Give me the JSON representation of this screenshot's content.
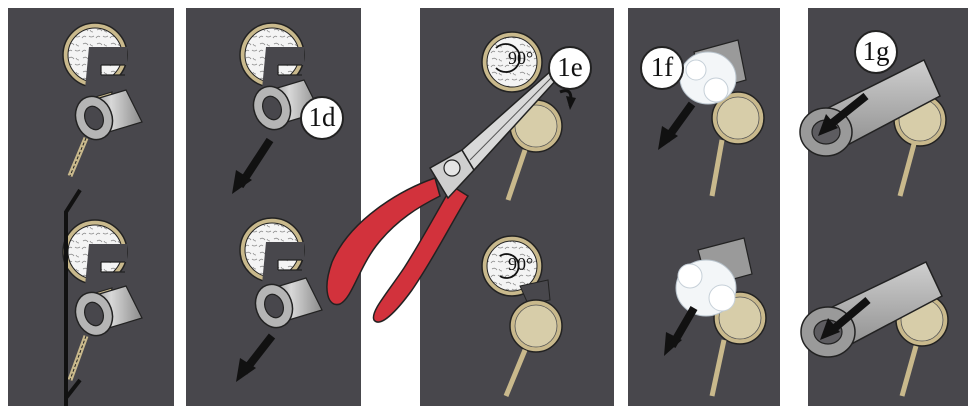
{
  "colors": {
    "background": "#ffffff",
    "panel": "#48474c",
    "insulation": "#f4f4f4",
    "cable_ring": "#c9b98c",
    "tube": "#a8a8a8",
    "tube_outer": "#9a9a9a",
    "arrow": "#1a1a1a",
    "plier_handle": "#d2323c",
    "plier_metal": "#cfcfcf"
  },
  "steps": [
    {
      "label": "1d"
    },
    {
      "label": "1e",
      "angle_top": "90°",
      "angle_bottom": "90°"
    },
    {
      "label": "1f"
    },
    {
      "label": "1g"
    }
  ]
}
